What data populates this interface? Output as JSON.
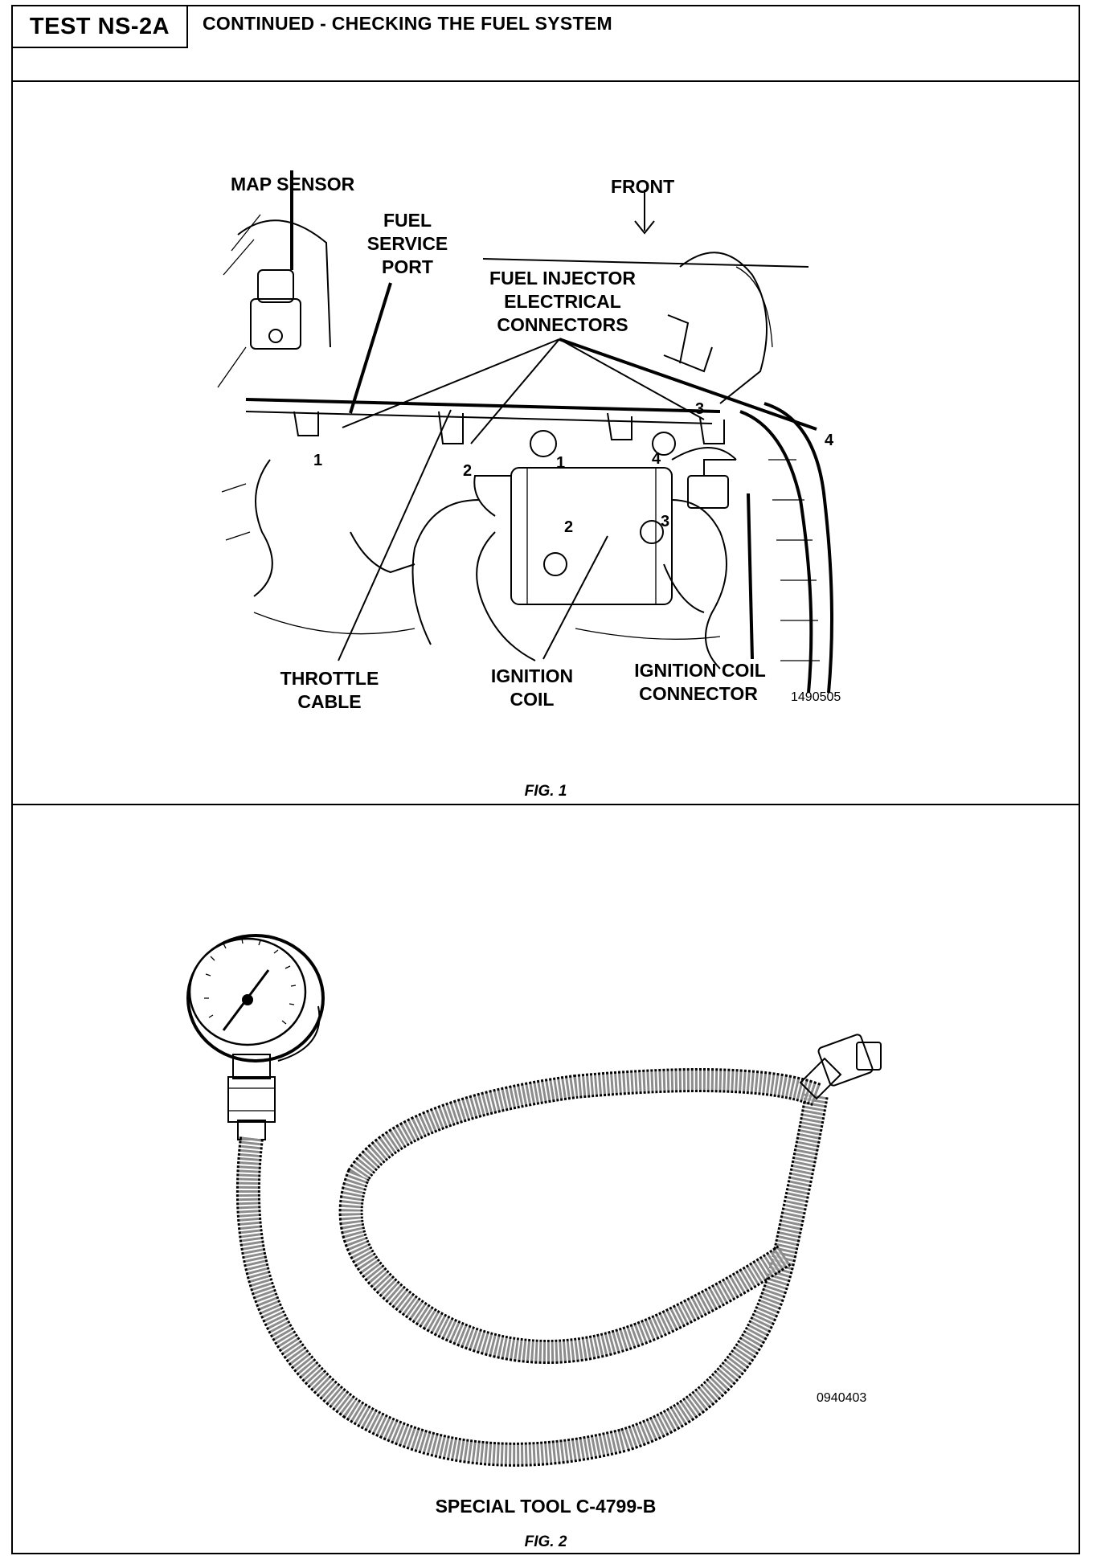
{
  "header": {
    "test_id": "TEST NS-2A",
    "title": "CONTINUED -  CHECKING THE FUEL SYSTEM"
  },
  "figure1": {
    "labels": {
      "map_sensor": "MAP SENSOR",
      "front": "FRONT",
      "fuel_service_port": [
        "FUEL",
        "SERVICE",
        "PORT"
      ],
      "fuel_injector_connectors": [
        "FUEL INJECTOR",
        "ELECTRICAL",
        "CONNECTORS"
      ],
      "throttle_cable": [
        "THROTTLE",
        "CABLE"
      ],
      "ignition_coil": [
        "IGNITION",
        "COIL"
      ],
      "ignition_coil_connector": [
        "IGNITION COIL",
        "CONNECTOR"
      ]
    },
    "callouts": [
      "1",
      "2",
      "3",
      "4",
      "1",
      "2",
      "3",
      "4"
    ],
    "ref_number": "1490505",
    "caption": "FIG. 1"
  },
  "figure2": {
    "label": "SPECIAL TOOL C-4799-B",
    "ref_number": "0940403",
    "caption": "FIG. 2"
  }
}
